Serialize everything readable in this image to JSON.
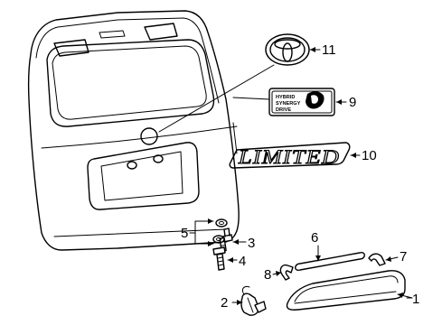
{
  "callouts": [
    {
      "id": "1",
      "label": "1"
    },
    {
      "id": "2",
      "label": "2"
    },
    {
      "id": "3",
      "label": "3"
    },
    {
      "id": "4",
      "label": "4"
    },
    {
      "id": "5",
      "label": "5"
    },
    {
      "id": "6",
      "label": "6"
    },
    {
      "id": "7",
      "label": "7"
    },
    {
      "id": "8",
      "label": "8"
    },
    {
      "id": "9",
      "label": "9"
    },
    {
      "id": "10",
      "label": "10"
    },
    {
      "id": "11",
      "label": "11"
    }
  ],
  "badges": {
    "hybrid_line1": "HYBRID",
    "hybrid_line2": "SYNERGY",
    "hybrid_line3": "DRIVE",
    "limited_script": "LIMITED"
  }
}
